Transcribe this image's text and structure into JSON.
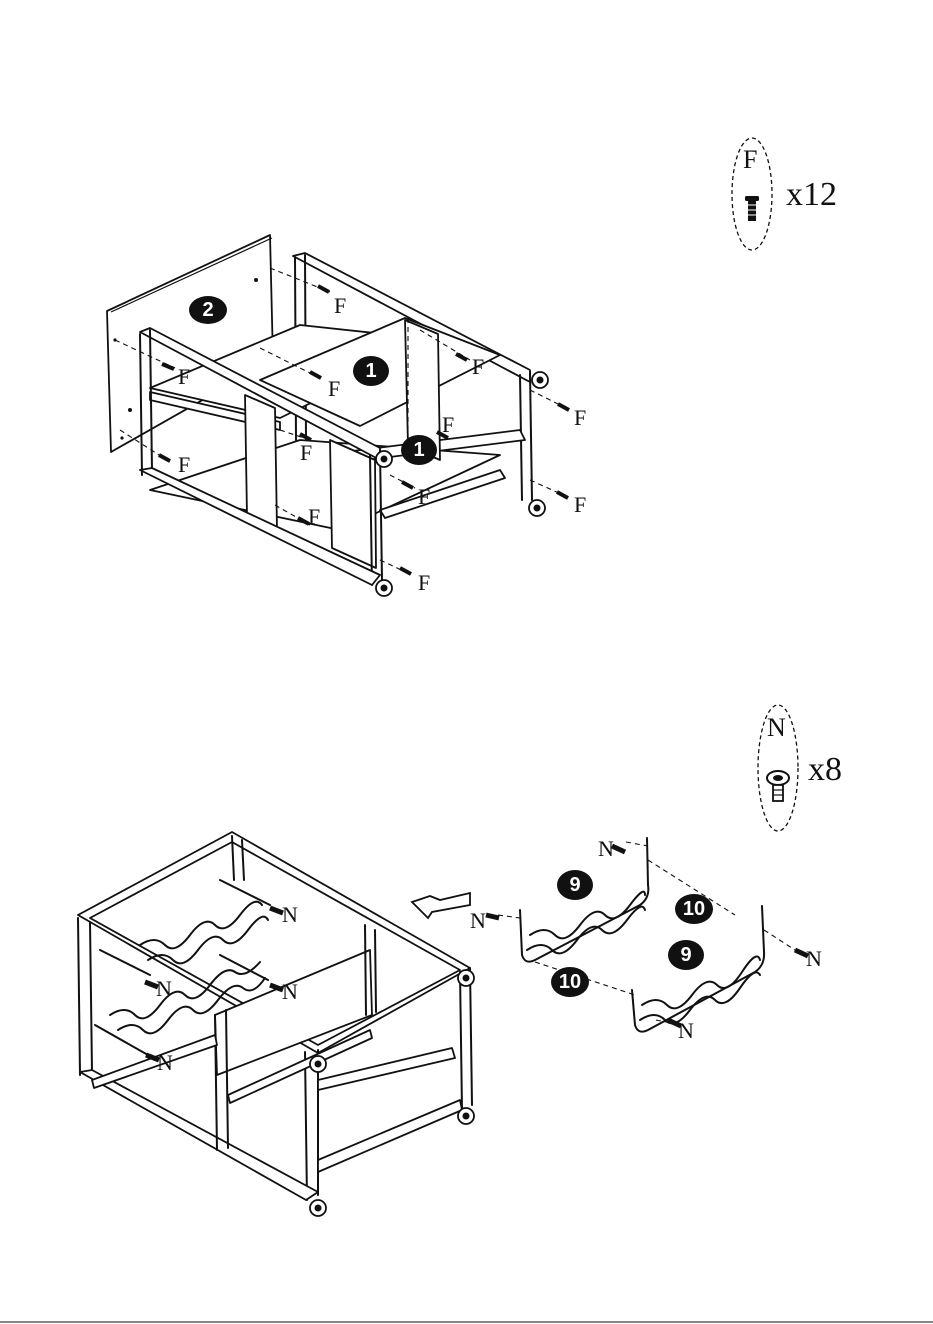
{
  "step1": {
    "hardware": {
      "label": "F",
      "quantity": "x12",
      "icon": "flat-head-screw-icon"
    },
    "parts": [
      "2",
      "1",
      "1"
    ],
    "screw_label": "F"
  },
  "step2": {
    "hardware": {
      "label": "N",
      "quantity": "x8",
      "icon": "nut-bolt-icon"
    },
    "parts": [
      "9",
      "10",
      "10",
      "9"
    ],
    "screw_label": "N"
  }
}
